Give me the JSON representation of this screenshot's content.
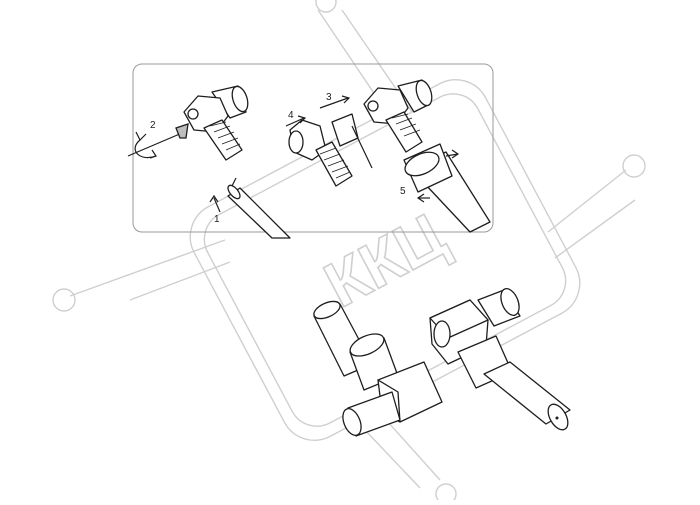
{
  "diagram": {
    "step_labels": [
      "1",
      "2",
      "3",
      "4",
      "5"
    ]
  },
  "watermark": {
    "text": "ККЦ"
  },
  "colors": {
    "ink": "#1e1e1e",
    "watermark": "#cfcfcf",
    "panel_border": "#9a9a9a",
    "fill_dark": "#bdbdbd"
  }
}
